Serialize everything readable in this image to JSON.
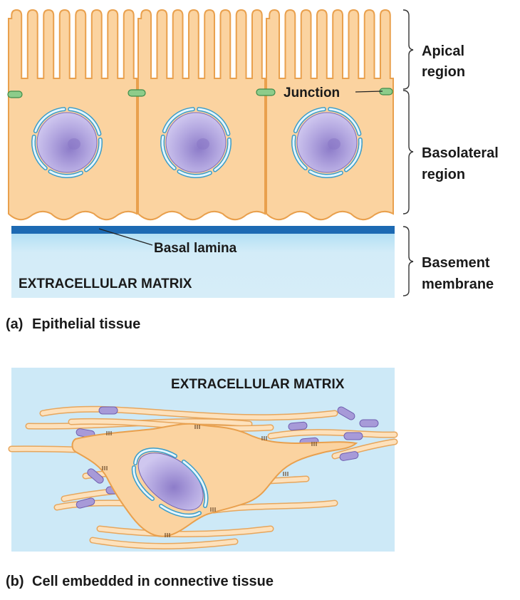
{
  "panel_a": {
    "labels": {
      "apical_line1": "Apical",
      "apical_line2": "region",
      "basolateral_line1": "Basolateral",
      "basolateral_line2": "region",
      "basement_line1": "Basement",
      "basement_line2": "membrane",
      "junction": "Junction",
      "basal_lamina": "Basal lamina",
      "matrix": "EXTRACELLULAR MATRIX"
    },
    "caption_letter": "(a)",
    "caption_text": "Epithelial tissue"
  },
  "panel_b": {
    "matrix": "EXTRACELLULAR MATRIX",
    "caption_letter": "(b)",
    "caption_text": "Cell embedded in connective tissue"
  },
  "colors": {
    "cell_fill": "#fbd3a0",
    "cell_edge": "#e9a04d",
    "nucleus": "#a597d6",
    "nuclear_envelope": "#7ccbe8",
    "junction": "#7bbf7b",
    "basal_lamina": "#1d6ab3",
    "matrix_bg": "#cde9f7"
  }
}
